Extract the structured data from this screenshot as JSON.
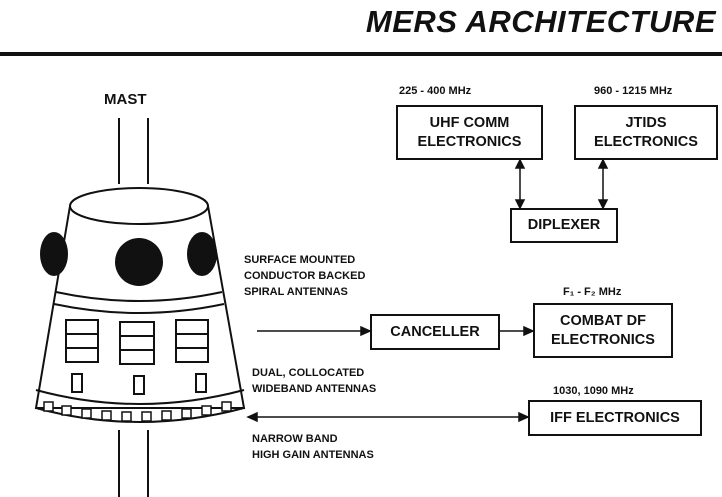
{
  "title": "MERS ARCHITECTURE",
  "mast_label": "MAST",
  "freq": {
    "uhf": "225 - 400 MHz",
    "jtids": "960 - 1215 MHz",
    "combat": "F₁ - F₂ MHz",
    "iff": "1030, 1090 MHz"
  },
  "boxes": {
    "uhf": [
      "UHF COMM",
      "ELECTRONICS"
    ],
    "jtids": [
      "JTIDS",
      "ELECTRONICS"
    ],
    "diplexer": "DIPLEXER",
    "canceller": "CANCELLER",
    "combat": [
      "COMBAT DF",
      "ELECTRONICS"
    ],
    "iff": "IFF ELECTRONICS"
  },
  "annotations": {
    "spiral": [
      "SURFACE MOUNTED",
      "CONDUCTOR BACKED",
      "SPIRAL ANTENNAS"
    ],
    "wideband": [
      "DUAL, COLLOCATED",
      "WIDEBAND ANTENNAS"
    ],
    "narrow": [
      "NARROW BAND",
      "HIGH GAIN ANTENNAS"
    ]
  },
  "colors": {
    "ink": "#111111",
    "background": "#ffffff"
  }
}
